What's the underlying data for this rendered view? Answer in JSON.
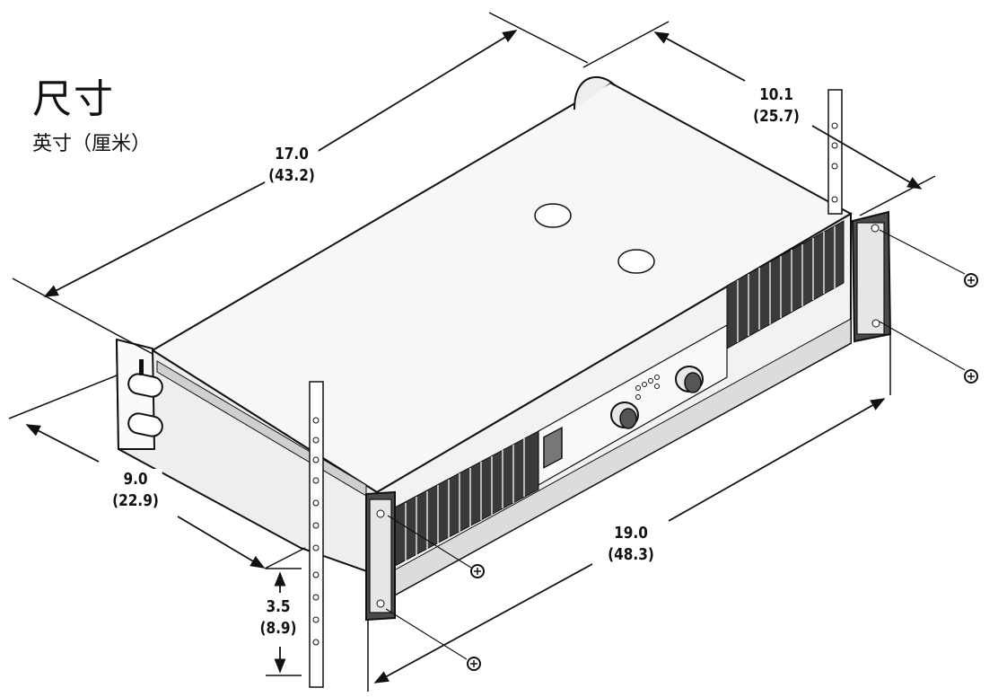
{
  "title": "尺寸",
  "subtitle": "英寸（厘米）",
  "dimensions": {
    "depth_total": {
      "inches": "17.0",
      "cm": "(43.2)"
    },
    "depth_rear": {
      "inches": "10.1",
      "cm": "(25.7)"
    },
    "depth_front": {
      "inches": "9.0",
      "cm": "(22.9)"
    },
    "height": {
      "inches": "3.5",
      "cm": "(8.9)"
    },
    "width": {
      "inches": "19.0",
      "cm": "(48.3)"
    }
  },
  "colors": {
    "line": "#111111",
    "panel": "#f4f4f4",
    "shade": "#d8d8d8"
  }
}
